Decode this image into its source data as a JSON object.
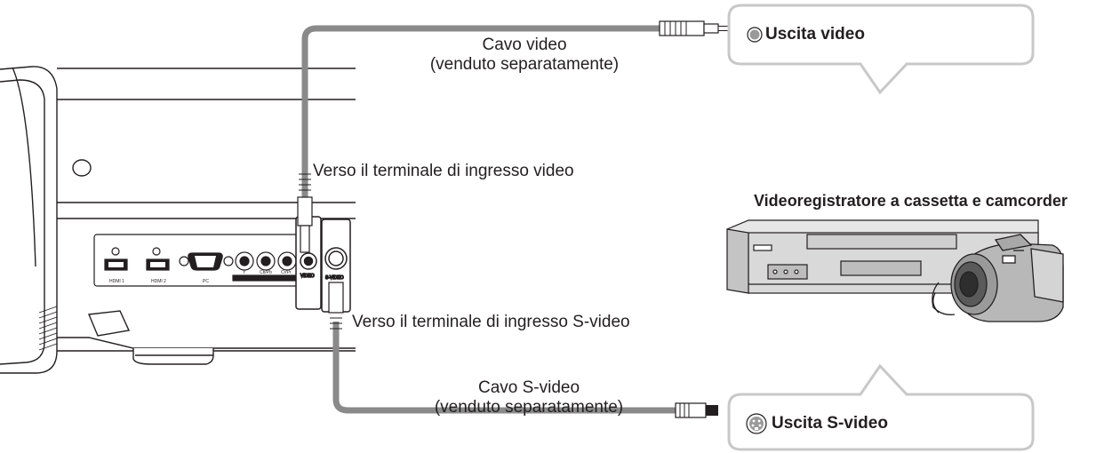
{
  "labels": {
    "video_cable_line1": "Cavo video",
    "video_cable_line2": "(venduto separatamente)",
    "to_video_input": "Verso il terminale di ingresso video",
    "to_svideo_input": "Verso il terminale di ingresso S-video",
    "svideo_cable_line1": "Cavo S-video",
    "svideo_cable_line2": "(venduto separatamente)"
  },
  "device": {
    "title": "Videoregistratore a cassetta e camcorder"
  },
  "callouts": {
    "video_output": "Uscita video",
    "svideo_output": "Uscita S-video"
  },
  "panel_ports": {
    "hdmi1": "HDMI 1",
    "hdmi2": "HDMI 2",
    "pc": "PC",
    "y": "Y",
    "cb": "Cb/Pb",
    "cr": "Cr/Pr",
    "video": "VIDEO",
    "svideo": "S-VIDEO"
  },
  "colors": {
    "line": "#231f20",
    "cable": "#8a8a8a",
    "bubble_border": "#c8c8c8",
    "device_fill": "#d9d9d9"
  }
}
